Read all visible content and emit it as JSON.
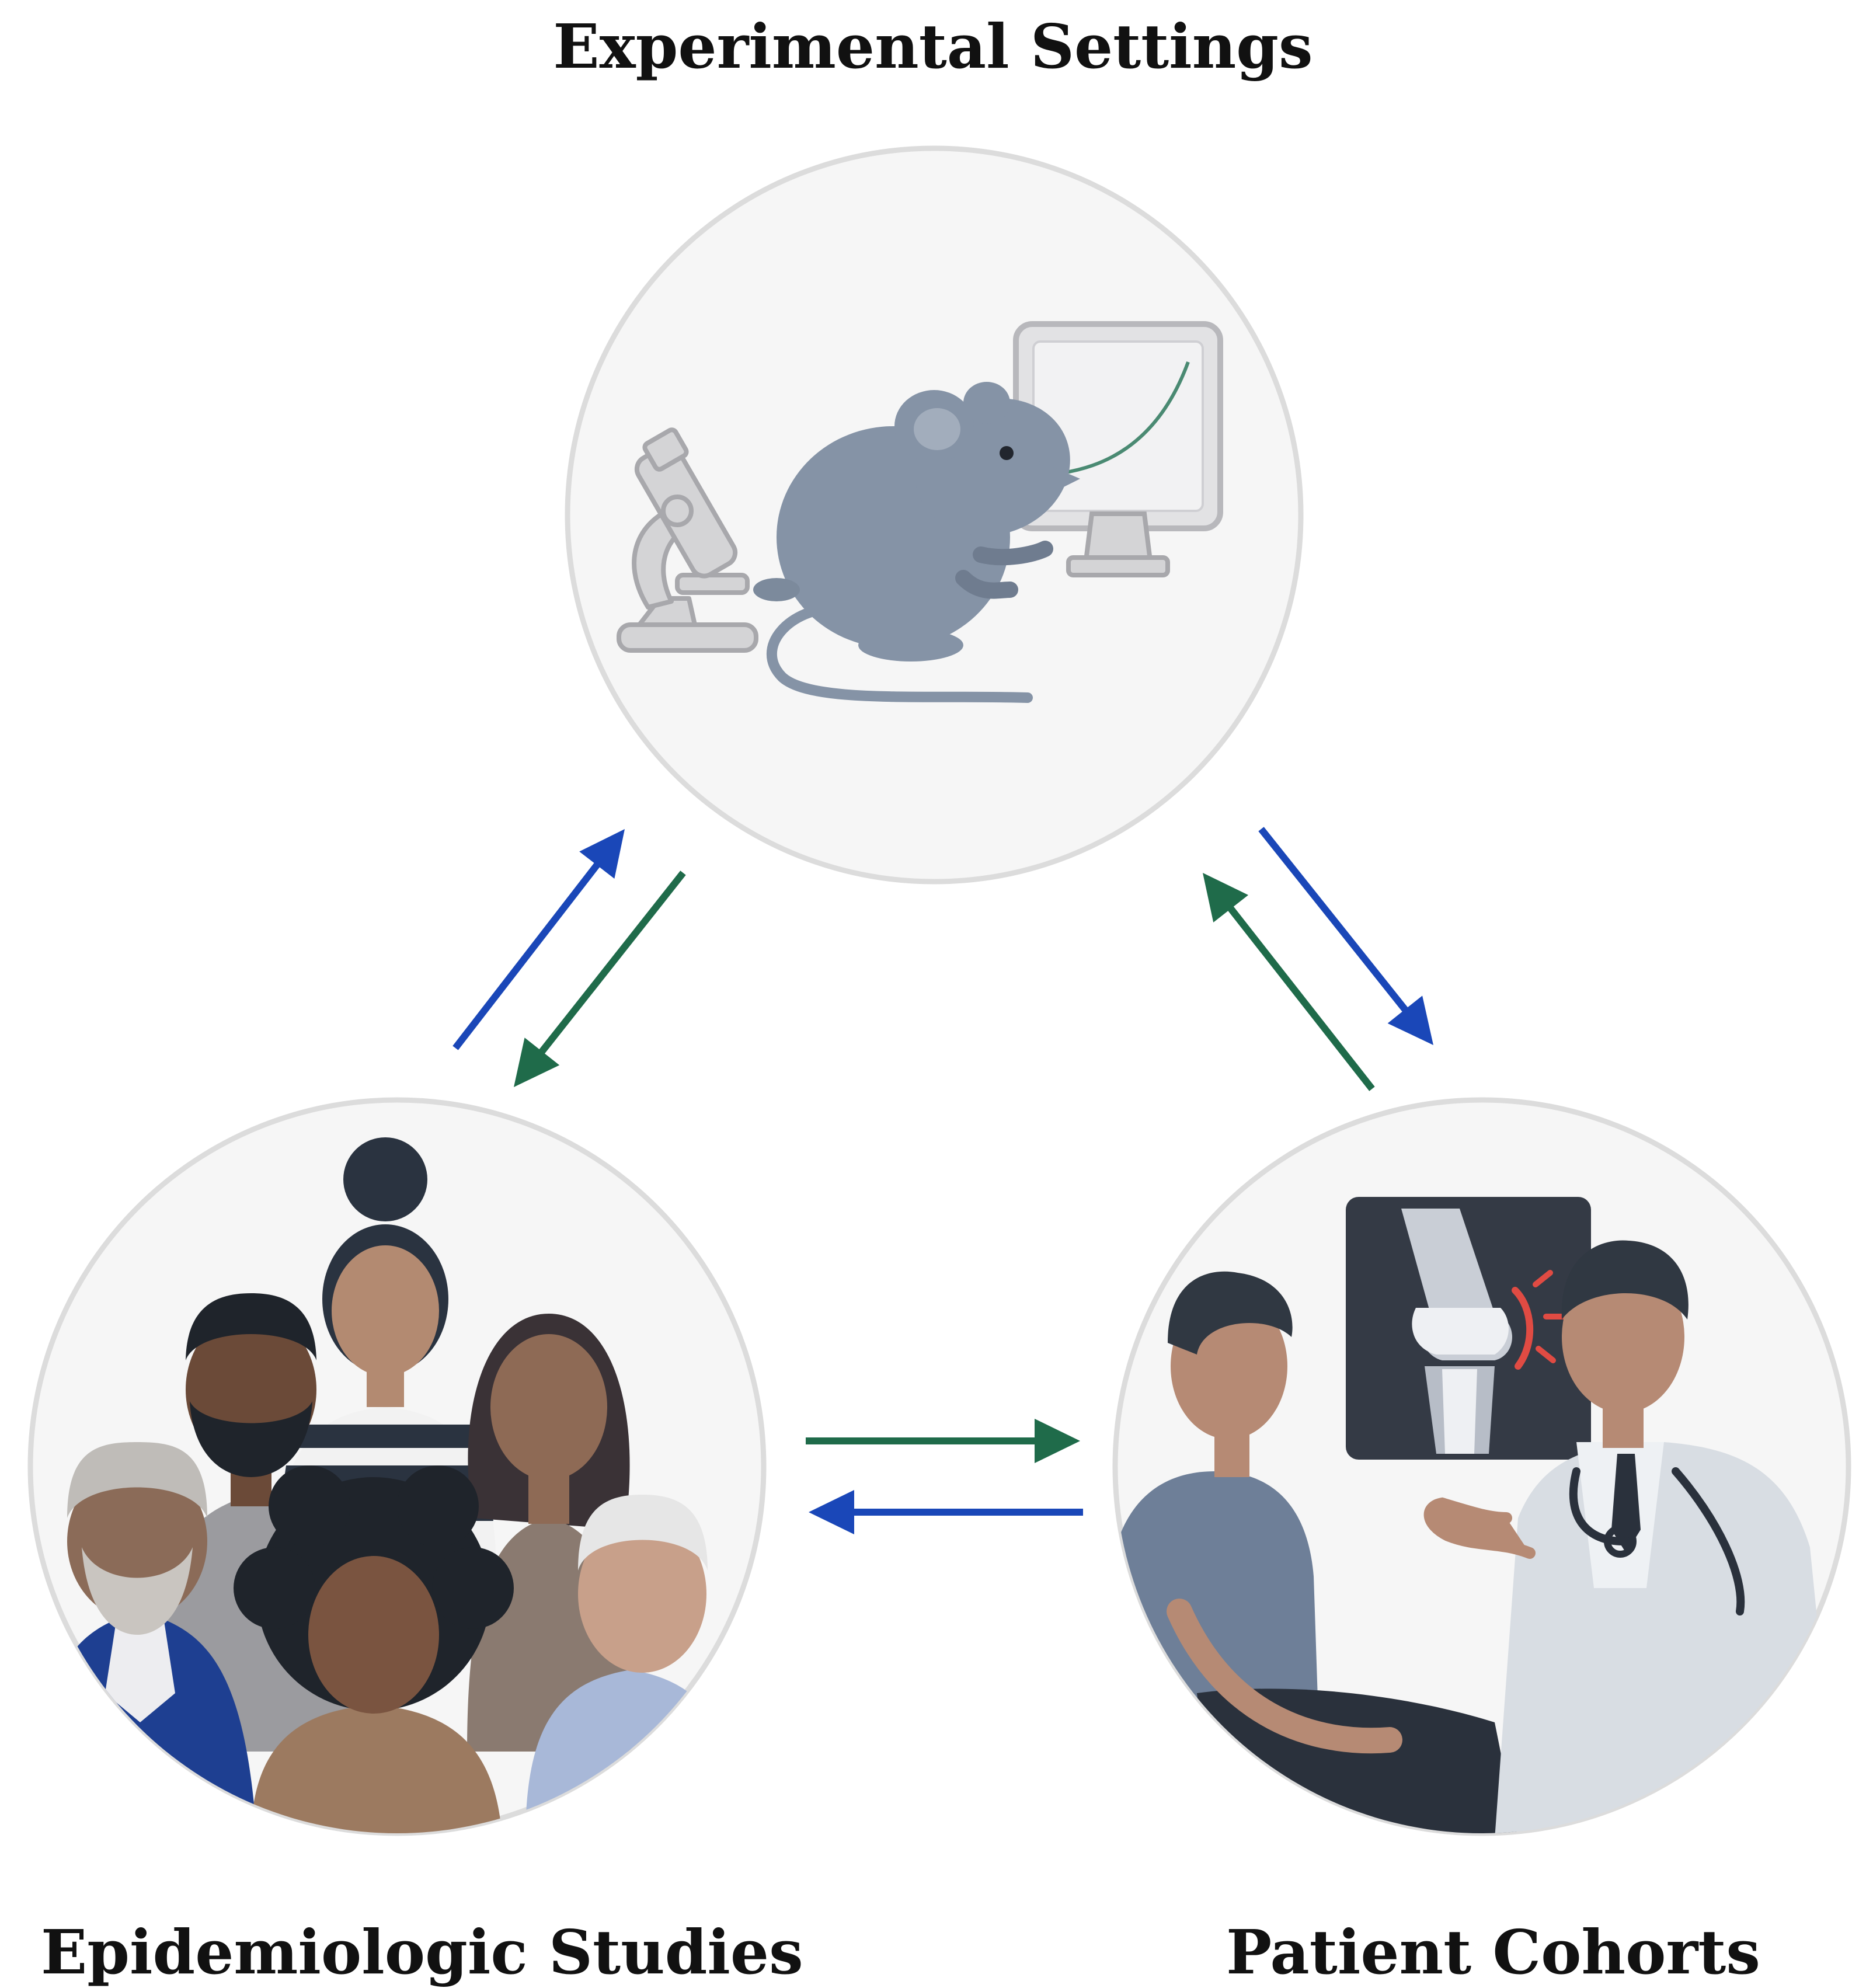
{
  "labels": {
    "top": "Experimental Settings",
    "left": "Epidemiologic Studies",
    "right": "Patient Cohorts"
  },
  "nodes": [
    {
      "id": "experimental",
      "label_key": "top",
      "icon": "mouse-lab-icon"
    },
    {
      "id": "epidemiologic",
      "label_key": "left",
      "icon": "population-group-icon"
    },
    {
      "id": "patient",
      "label_key": "right",
      "icon": "doctor-patient-icon"
    }
  ],
  "arrows": [
    {
      "from": "epidemiologic",
      "to": "experimental",
      "color": "#1a47b8"
    },
    {
      "from": "experimental",
      "to": "epidemiologic",
      "color": "#1f6b4a"
    },
    {
      "from": "experimental",
      "to": "patient",
      "color": "#1a47b8"
    },
    {
      "from": "patient",
      "to": "experimental",
      "color": "#1f6b4a"
    },
    {
      "from": "epidemiologic",
      "to": "patient",
      "color": "#1f6b4a"
    },
    {
      "from": "patient",
      "to": "epidemiologic",
      "color": "#1a47b8"
    }
  ],
  "colors": {
    "circle_fill": "#f6f6f6",
    "circle_stroke": "#dcdcdc",
    "mouse": "#8593a6",
    "blue_arrow": "#1a47b8",
    "green_arrow": "#1f6b4a",
    "pain_marker": "#e04b43"
  }
}
